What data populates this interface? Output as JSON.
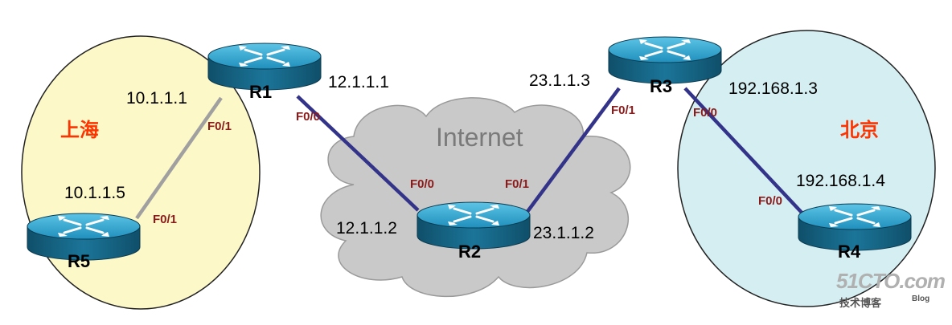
{
  "regions": {
    "shanghai": {
      "label": "上海",
      "color": "#fdf8c8"
    },
    "beijing": {
      "label": "北京",
      "color": "#d4eef2"
    },
    "internet": {
      "label": "Internet",
      "color": "#c9c9c9"
    }
  },
  "routers": {
    "r1": {
      "name": "R1",
      "ip_left": "10.1.1.1",
      "ip_right": "12.1.1.1",
      "port_left": "F0/1",
      "port_right": "F0/0"
    },
    "r2": {
      "name": "R2",
      "ip_left": "12.1.1.2",
      "ip_right": "23.1.1.2",
      "port_left": "F0/0",
      "port_right": "F0/1"
    },
    "r3": {
      "name": "R3",
      "ip_left": "23.1.1.3",
      "ip_right": "192.168.1.3",
      "port_left": "F0/1",
      "port_right": "F0/0"
    },
    "r4": {
      "name": "R4",
      "ip": "192.168.1.4",
      "port": "F0/0"
    },
    "r5": {
      "name": "R5",
      "ip": "10.1.1.5",
      "port": "F0/1"
    }
  },
  "links": {
    "r1_r5_color": "#a0a0a0",
    "wan_color": "#33338a"
  },
  "router_colors": {
    "top": "#2aa3cc",
    "side": "#1b6f8e"
  },
  "watermark": {
    "main": "51CTO.com",
    "sub": "技术博客",
    "blog": "Blog"
  }
}
